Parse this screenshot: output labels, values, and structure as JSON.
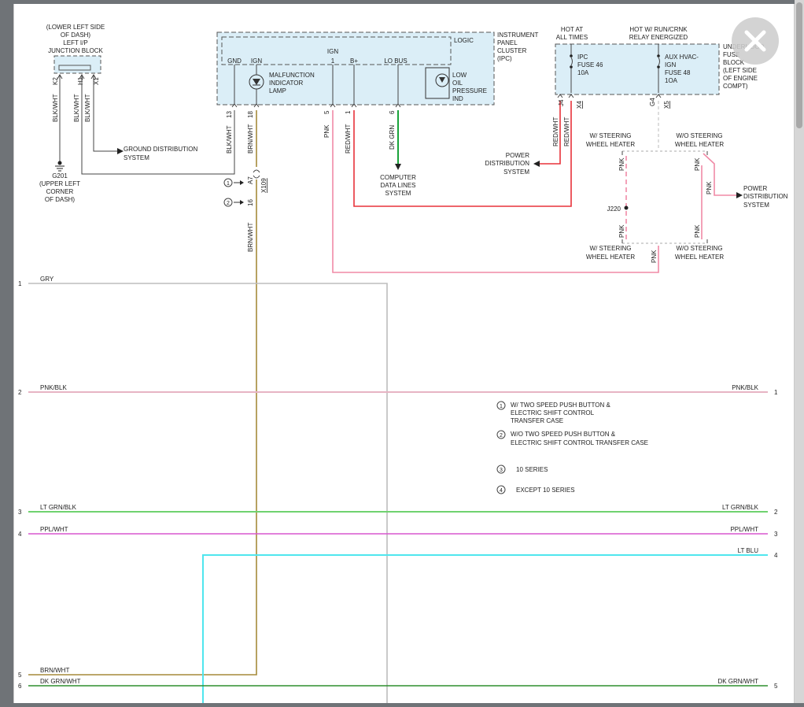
{
  "viewer": {
    "close_label": "close"
  },
  "junction_block": {
    "title_lines": [
      "(LOWER LEFT SIDE",
      "OF DASH)",
      "LEFT I/P",
      "JUNCTION BLOCK"
    ],
    "pins": [
      "K2",
      "H1",
      "X1"
    ],
    "wires": [
      "BLK/WHT",
      "BLK/WHT",
      "BLK/WHT"
    ]
  },
  "ground": {
    "id": "G201",
    "location_lines": [
      "(UPPER LEFT",
      "CORNER",
      "OF DASH)"
    ],
    "ground_distribution_lines": [
      "GROUND DISTRIBUTION",
      "SYSTEM"
    ]
  },
  "ipc": {
    "title_lines": [
      "INSTRUMENT",
      "PANEL",
      "CLUSTER",
      "(IPC)"
    ],
    "logic_label": "LOGIC",
    "gnd": "GND",
    "ign": "IGN",
    "ign_top": "IGN",
    "ign_1": "1",
    "bplus": "B+",
    "lo_bus": "LO BUS",
    "mil_lines": [
      "MALFUNCTION",
      "INDICATOR",
      "LAMP"
    ],
    "oil_lines": [
      "LOW",
      "OIL",
      "PRESSURE",
      "IND"
    ],
    "pins": [
      "13",
      "18",
      "5",
      "1",
      "6"
    ],
    "wires": [
      "BLK/WHT",
      "BRN/WHT",
      "PNK",
      "RED/WHT",
      "DK GRN"
    ]
  },
  "cdl_lines": [
    "COMPUTER",
    "DATA LINES",
    "SYSTEM"
  ],
  "connector": {
    "pin_a7": "A7",
    "pin_16": "16",
    "id": "X109",
    "wire_below": "BRN/WHT"
  },
  "fuse_block": {
    "hot_at_all_times": [
      "HOT AT",
      "ALL TIMES"
    ],
    "hot_run_crank": [
      "HOT W/ RUN/CRNK",
      "RELAY ENERGIZED"
    ],
    "title_lines": [
      "UNDERHOOD",
      "FUSE",
      "BLOCK",
      "(LEFT SIDE",
      "OF ENGINE",
      "COMPT)"
    ],
    "fuse1_lines": [
      "IPC",
      "FUSE 46",
      "10A"
    ],
    "fuse2_lines": [
      "AUX HVAC-",
      "IGN",
      "FUSE 48",
      "1OA"
    ],
    "pins": [
      "J4",
      "X4",
      "G4",
      "X5"
    ],
    "wires": [
      "RED/WHT",
      "RED/WHT"
    ]
  },
  "power_dist_left": [
    "POWER",
    "DISTRIBUTION",
    "SYSTEM"
  ],
  "power_dist_right": [
    "POWER",
    "DISTRIBUTION",
    "SYSTEM"
  ],
  "heater": {
    "with_top": [
      "W/ STEERING",
      "WHEEL HEATER"
    ],
    "without_top": [
      "W/O STEERING",
      "WHEEL HEATER"
    ],
    "with_bottom": [
      "W/ STEERING",
      "WHEEL HEATER"
    ],
    "without_bottom": [
      "W/O STEERING",
      "WHEEL HEATER"
    ],
    "splice": "J220",
    "wire": "PNK"
  },
  "notes": [
    {
      "num": "1",
      "lines": [
        "W/ TWO SPEED PUSH BUTTON &",
        "ELECTRIC SHIFT CONTROL",
        "TRANSFER CASE"
      ]
    },
    {
      "num": "2",
      "lines": [
        "W/O TWO SPEED PUSH BUTTON &",
        "ELECTRIC SHIFT CONTROL TRANSFER CASE"
      ]
    },
    {
      "num": "3",
      "lines": [
        "10 SERIES"
      ]
    },
    {
      "num": "4",
      "lines": [
        "EXCEPT 10 SERIES"
      ]
    }
  ],
  "left_wires": [
    {
      "num": "1",
      "label": "GRY"
    },
    {
      "num": "2",
      "label": "PNK/BLK"
    },
    {
      "num": "3",
      "label": "LT GRN/BLK"
    },
    {
      "num": "4",
      "label": "PPL/WHT"
    },
    {
      "num": "5",
      "label": "BRN/WHT"
    },
    {
      "num": "6",
      "label": "DK GRN/WHT"
    }
  ],
  "right_wires": [
    {
      "num": "1",
      "label": "PNK/BLK"
    },
    {
      "num": "2",
      "label": "LT GRN/BLK"
    },
    {
      "num": "3",
      "label": "PPL/WHT"
    },
    {
      "num": "4",
      "label": "LT BLU"
    },
    {
      "num": "5",
      "label": "DK GRN/WHT"
    }
  ],
  "colors": {
    "red": "#e8323a",
    "pink": "#f08aa6",
    "pinkblk": "#e7b4c4",
    "gry": "#bdbdbd",
    "ltgrn": "#6fd26f",
    "ppl": "#d957cf",
    "ltblu": "#4fe6ee",
    "brn": "#a58a3a",
    "dkgrn": "#1aa33a",
    "dkgrnwire": "#2f8f2f"
  }
}
